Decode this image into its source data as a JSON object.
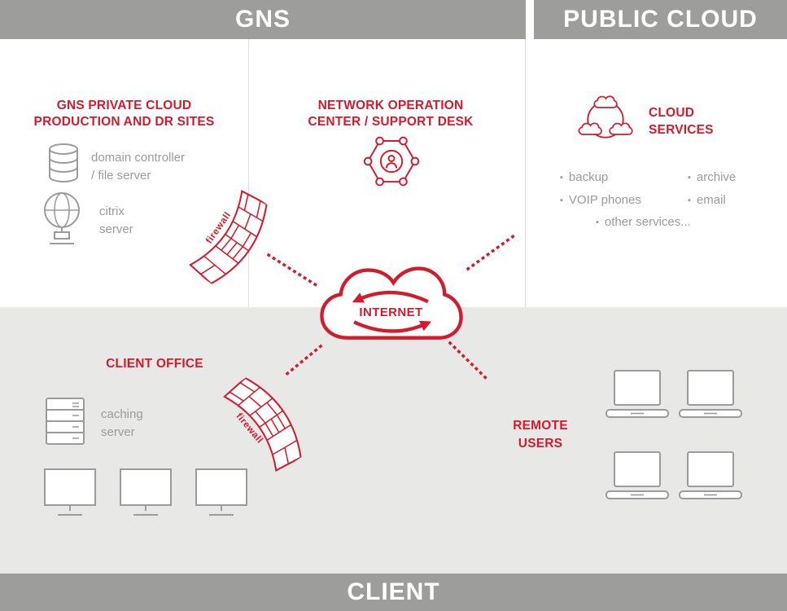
{
  "colors": {
    "red": "#d41b2c",
    "bar_gray": "#9d9d9c",
    "label_gray": "#9b9b9b",
    "bg_gray": "#e8e8e7"
  },
  "headers": {
    "gns": "GNS",
    "public_cloud": "PUBLIC CLOUD",
    "client": "CLIENT"
  },
  "gns_private": {
    "title": "GNS PRIVATE CLOUD\nPRODUCTION AND DR SITES",
    "db_label": "domain controller\n/ file server",
    "citrix_label": "citrix\nserver"
  },
  "noc": {
    "title": "NETWORK OPERATION\nCENTER / SUPPORT DESK"
  },
  "cloud_services": {
    "title": "CLOUD\nSERVICES",
    "col1": [
      "backup",
      "VOIP phones"
    ],
    "col2": [
      "archive",
      "email"
    ],
    "other": "other services..."
  },
  "internet": {
    "label": "INTERNET"
  },
  "client_office": {
    "title": "CLIENT OFFICE",
    "caching_label": "caching\nserver"
  },
  "remote_users": {
    "title": "REMOTE\nUSERS"
  },
  "firewall": {
    "label": "firewall"
  },
  "bullet": "▪"
}
